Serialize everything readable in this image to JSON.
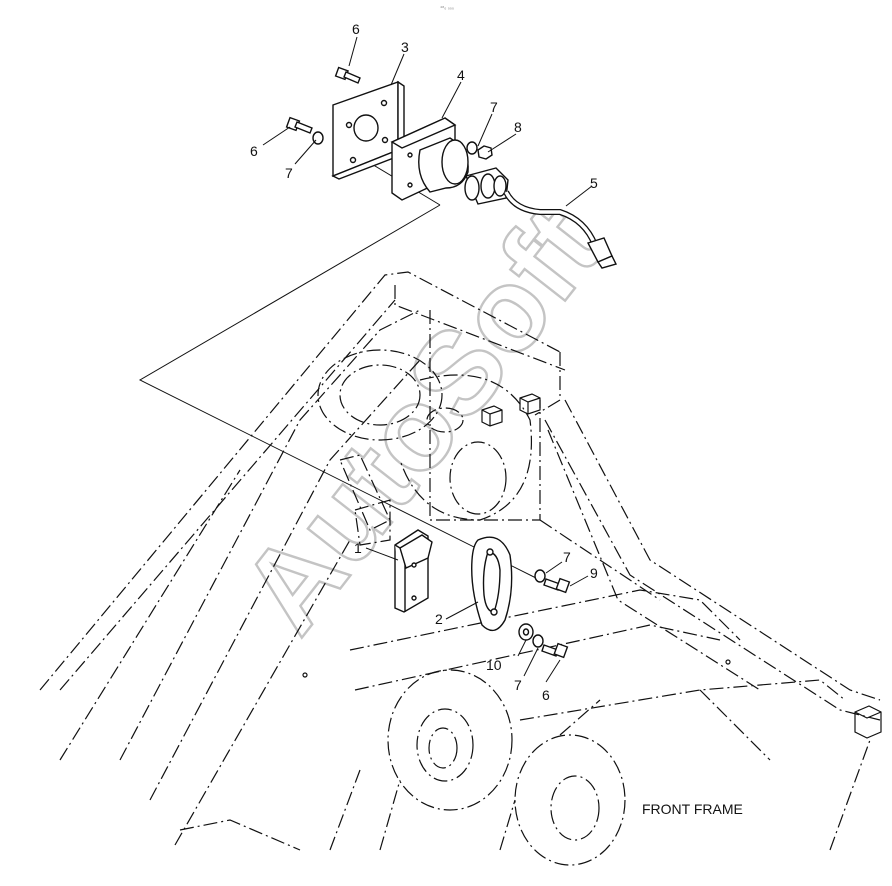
{
  "top_note": "⁴⁸₀ ₀₀₀",
  "caption": "FRONT FRAME",
  "watermark": "AutoSoft",
  "callouts": {
    "c6a": "6",
    "c3": "3",
    "c4": "4",
    "c7a": "7",
    "c8": "8",
    "c6b": "6",
    "c7b": "7",
    "c5": "5",
    "c1": "1",
    "c2": "2",
    "c7c": "7",
    "c9": "9",
    "c10": "10",
    "c7d": "7",
    "c6c": "6"
  },
  "icons": [
    "bolt-icon",
    "washer-icon",
    "nut-icon",
    "sensor-icon",
    "bracket-icon",
    "cable-icon",
    "connector-icon",
    "plate-icon"
  ]
}
